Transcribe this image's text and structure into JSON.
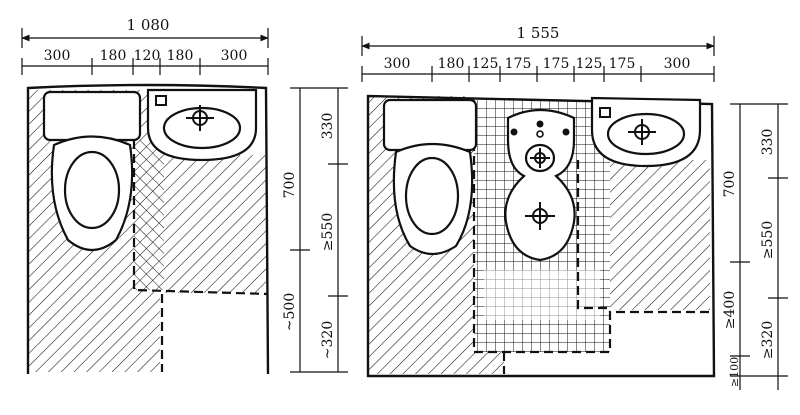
{
  "left_plan": {
    "overall_width": "1 080",
    "segments": [
      "300",
      "180",
      "120",
      "180",
      "300"
    ],
    "right_dims": {
      "outer": "700",
      "inner_top": "330",
      "inner_mid": "≥550",
      "lower_a": "~500",
      "lower_b": "~320"
    }
  },
  "right_plan": {
    "overall_width": "1 555",
    "segments": [
      "300",
      "180",
      "125",
      "175",
      "175",
      "125",
      "175",
      "300"
    ],
    "right_dims": {
      "outer": "700",
      "outer_low": "≥400",
      "outer_bottom": "≥100",
      "inner_top": "330",
      "inner_mid": "≥550",
      "inner_low": "≥320"
    }
  },
  "colors": {
    "ink": "#111111",
    "paper": "#ffffff"
  }
}
